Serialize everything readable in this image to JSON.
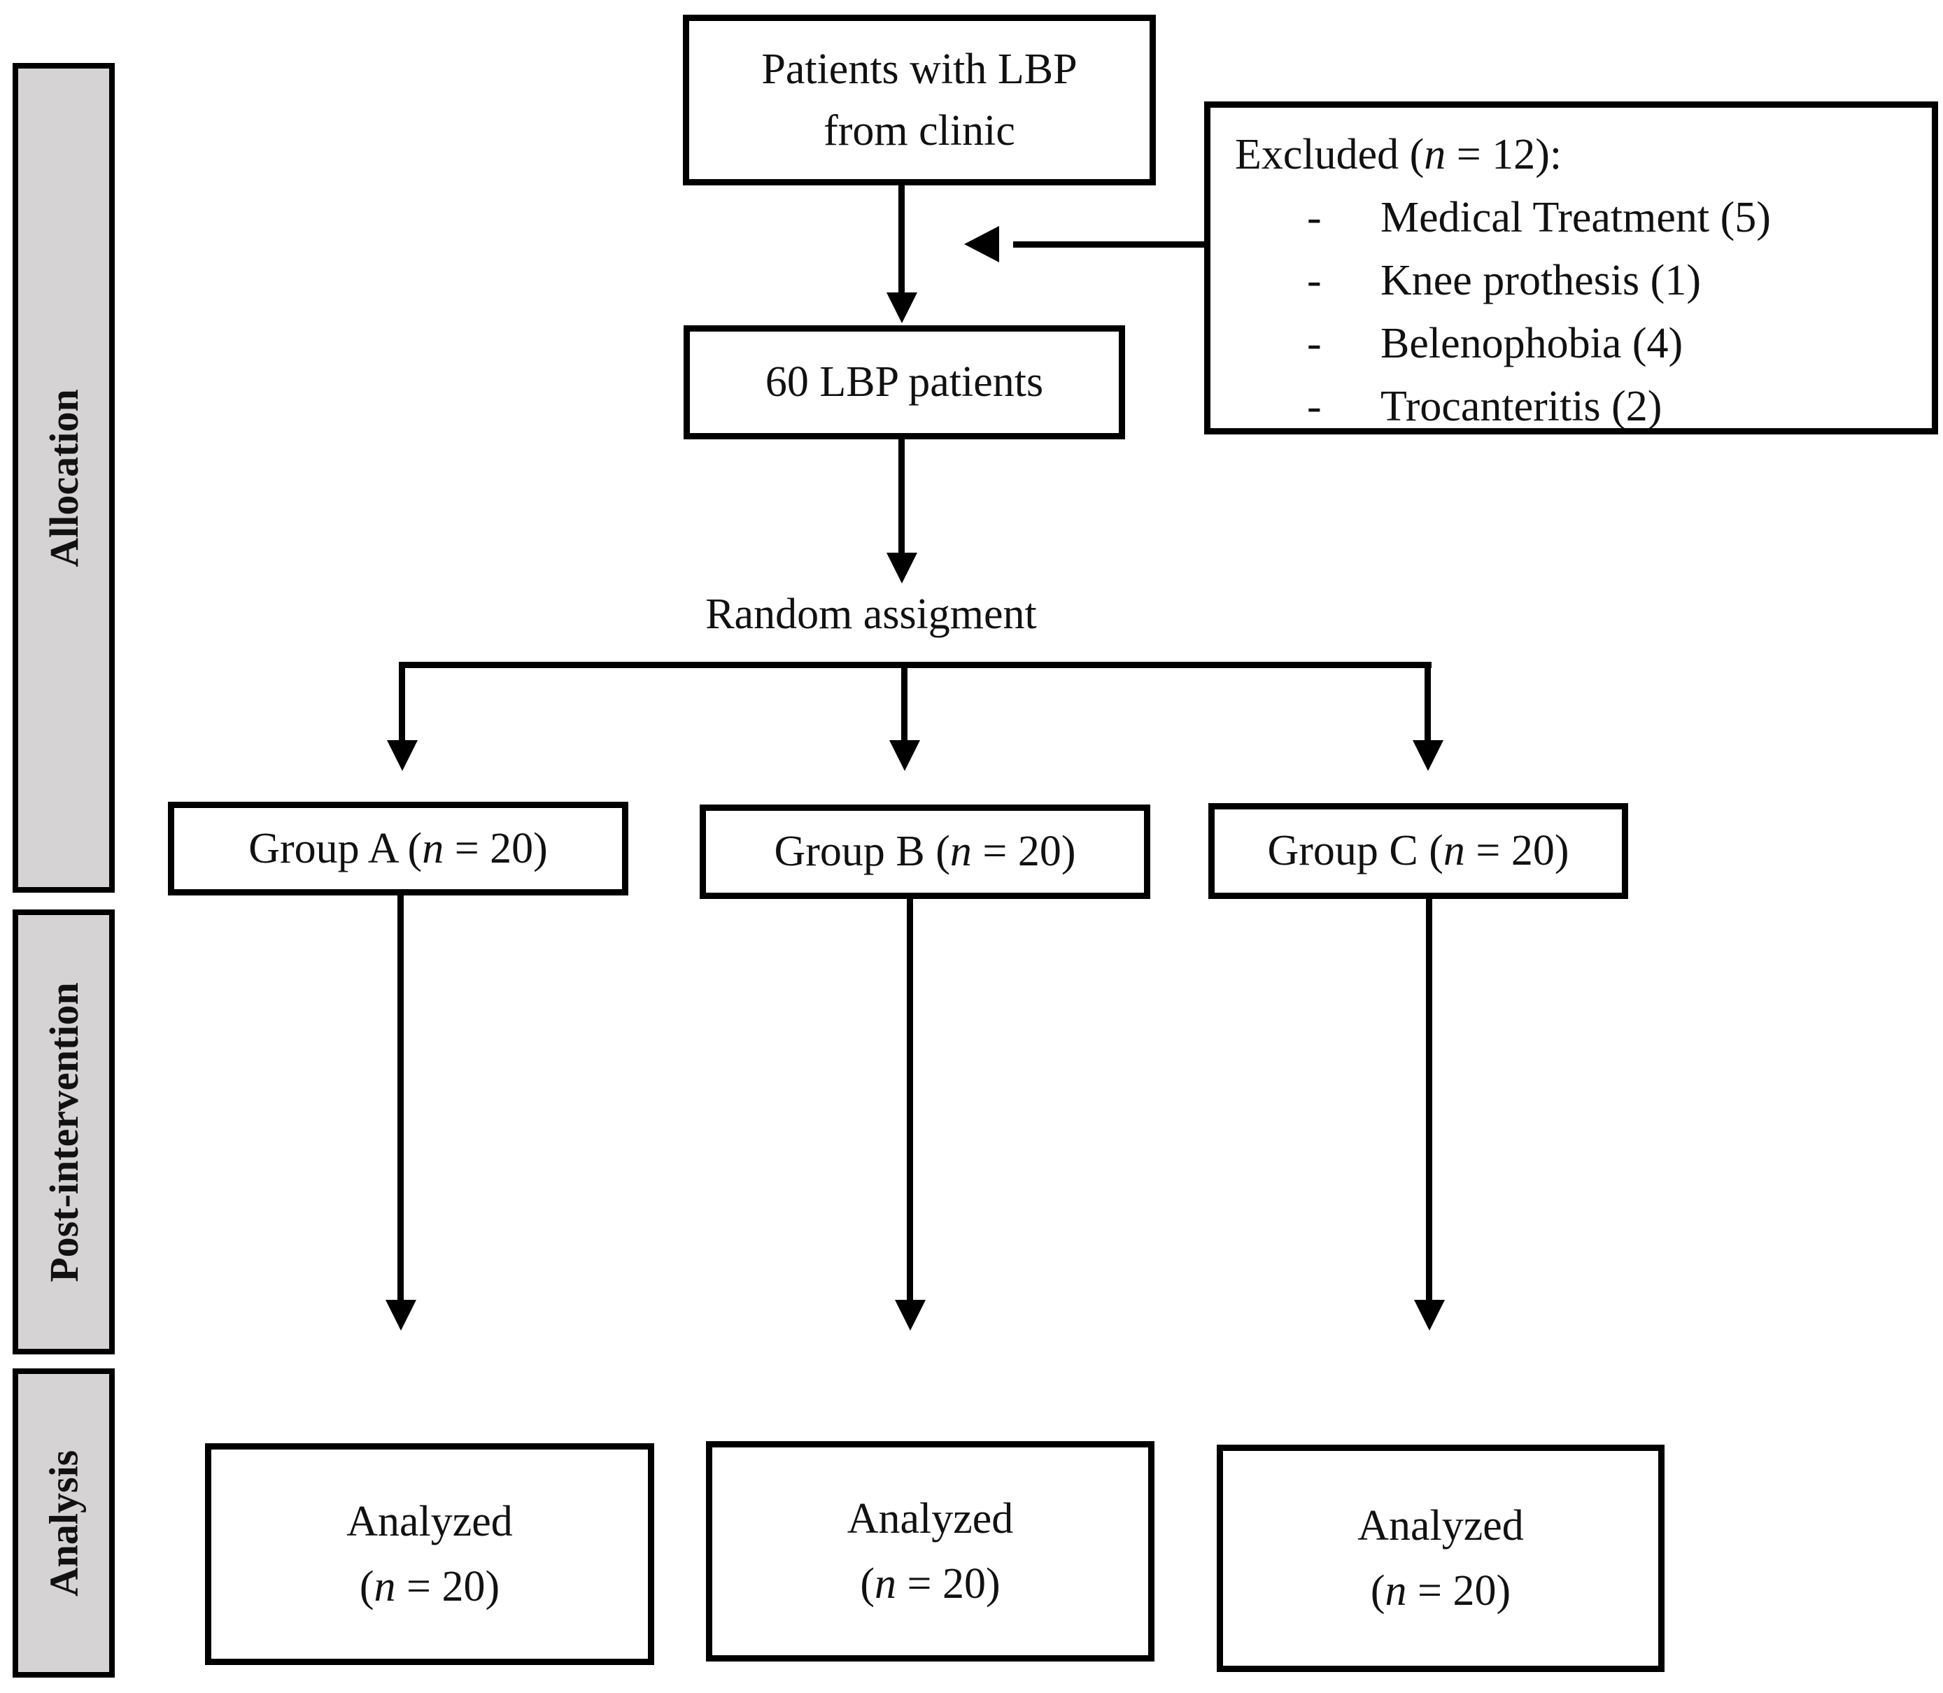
{
  "figure": {
    "type": "consort-flow-diagram",
    "stages": [
      {
        "label": "Allocation"
      },
      {
        "label": "Post-intervention"
      },
      {
        "label": "Analysis"
      }
    ],
    "top_box": {
      "line1": "Patients with LBP",
      "line2": "from clinic"
    },
    "excluded_box": {
      "title": "Excluded (*n* = 12):",
      "items": [
        {
          "bullet": "-",
          "label": "Medical Treatment (5)"
        },
        {
          "bullet": "-",
          "label": "Knee prothesis (1)"
        },
        {
          "bullet": "-",
          "label": "Belenophobia (4)"
        },
        {
          "bullet": "-",
          "label": "Trocanteritis (2)"
        }
      ]
    },
    "enrolled_box": {
      "label": "60 LBP patients"
    },
    "random_label": "Random assigment",
    "group_boxes": [
      {
        "label": "Group A (*n* = 20)"
      },
      {
        "label": "Group B (*n* = 20)"
      },
      {
        "label": "Group C (*n* = 20)"
      }
    ],
    "analyzed_boxes": [
      {
        "line1": "Analyzed",
        "line2": "(*n* = 20)"
      },
      {
        "line1": "Analyzed",
        "line2": "(*n* = 20)"
      },
      {
        "line1": "Analyzed",
        "line2": "(*n* = 20)"
      }
    ]
  },
  "colors": {
    "line": "#000000",
    "box_fill": "#ffffff",
    "sidebar_fill": "#d5d3d3",
    "page_bg": "#ffffff"
  }
}
